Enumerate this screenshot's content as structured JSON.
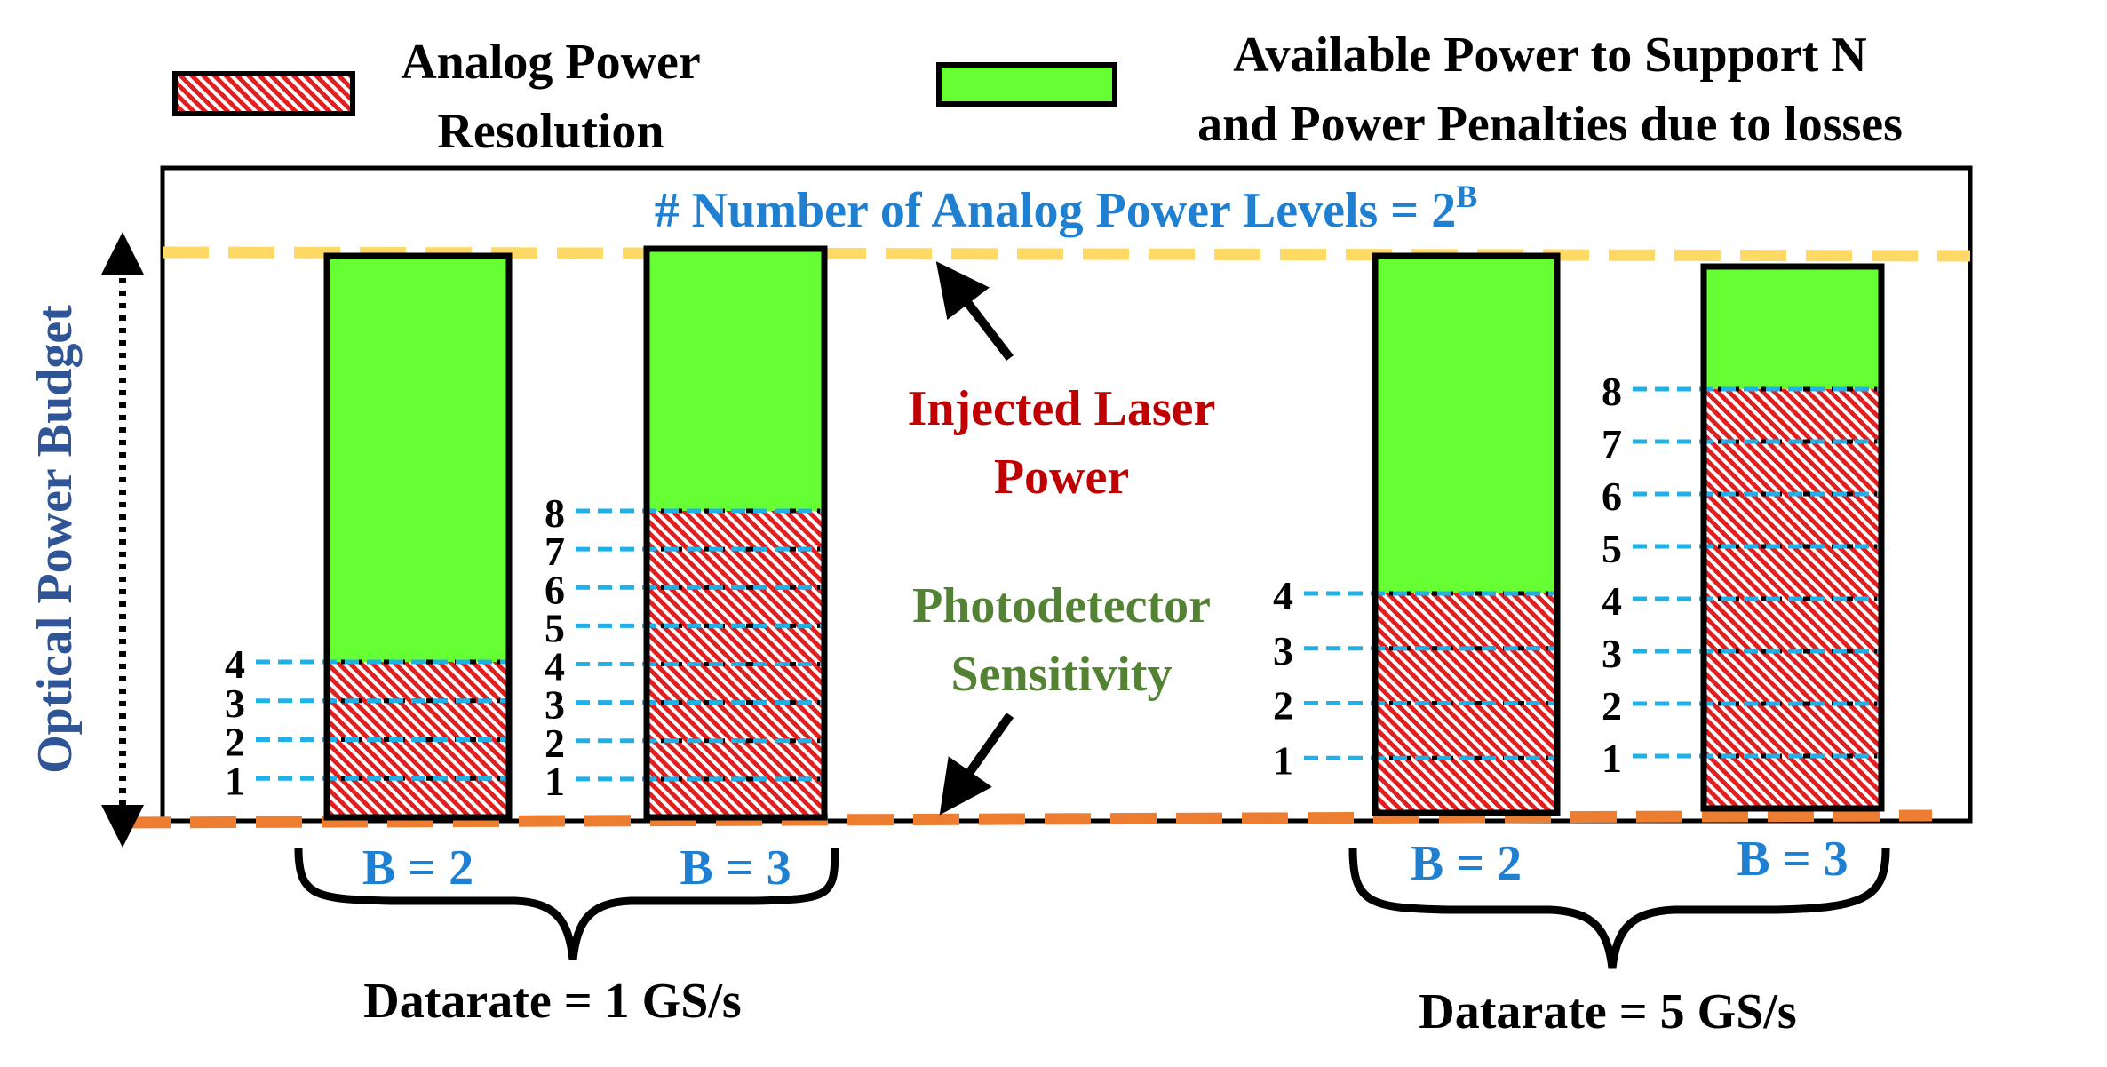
{
  "legend": {
    "resolution_line1": "Analog Power",
    "resolution_line2": "Resolution",
    "available_line1": "Available Power to Support N",
    "available_line2": "and Power Penalties due to losses"
  },
  "title": {
    "main": "# Number of Analog Power Levels = 2",
    "superscript": "B"
  },
  "y_axis_label": "Optical Power Budget",
  "annotations": {
    "laser_line1": "Injected Laser",
    "laser_line2": "Power",
    "pd_line1": "Photodetector",
    "pd_line2": "Sensitivity"
  },
  "groups": [
    {
      "label": "Datarate = 1 GS/s"
    },
    {
      "label": "Datarate = 5 GS/s"
    }
  ],
  "bars": [
    {
      "group": 0,
      "label": "B = 2",
      "bits": 2,
      "levels": [
        "1",
        "2",
        "3",
        "4"
      ]
    },
    {
      "group": 0,
      "label": "B = 3",
      "bits": 3,
      "levels": [
        "1",
        "2",
        "3",
        "4",
        "5",
        "6",
        "7",
        "8"
      ]
    },
    {
      "group": 1,
      "label": "B = 2",
      "bits": 2,
      "levels": [
        "1",
        "2",
        "3",
        "4"
      ]
    },
    {
      "group": 1,
      "label": "B = 3",
      "bits": 3,
      "levels": [
        "1",
        "2",
        "3",
        "4",
        "5",
        "6",
        "7",
        "8"
      ]
    }
  ],
  "colors": {
    "available": "#66ff33",
    "resolution_stripe": "#e02020",
    "title_blue": "#1f7fd0",
    "laser_red": "#c00000",
    "pd_green": "#548235",
    "axis_label": "#2f5597",
    "laser_line": "#ffd966",
    "pd_line": "#ed7d31",
    "level_line": "#1fb0e8"
  }
}
